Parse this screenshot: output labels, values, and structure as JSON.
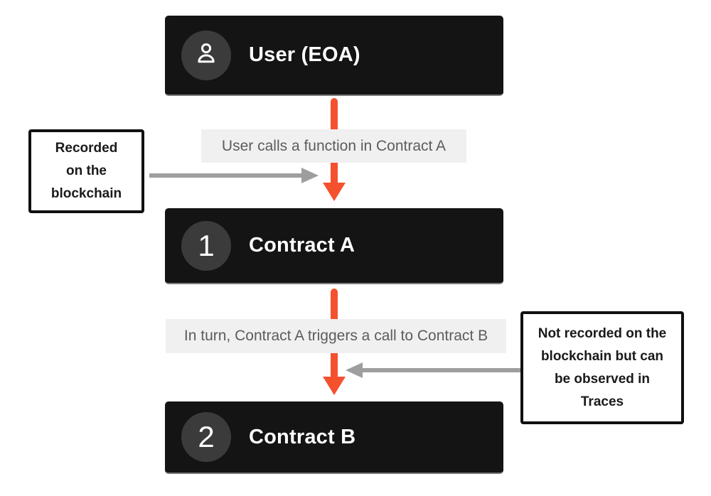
{
  "colors": {
    "accent_orange": "#f4512e",
    "arrow_gray": "#9e9e9e",
    "node_bg": "#141414",
    "node_edge": "#7a7a7a",
    "badge_bg": "#3b3b3c",
    "label_bg": "#f0f0f0",
    "label_fg": "#5c5c5e",
    "note_border": "#101010",
    "note_fg": "#1a1a1a"
  },
  "nodes": {
    "user": {
      "title": "User (EOA)",
      "icon": "person-icon"
    },
    "contract_a": {
      "number": "1",
      "title": "Contract A"
    },
    "contract_b": {
      "number": "2",
      "title": "Contract B"
    }
  },
  "flow": {
    "step1_label": "User calls a function in Contract A",
    "step2_label": "In turn, Contract A triggers a call to Contract B"
  },
  "notes": {
    "left": {
      "text": "Recorded\non the\nblockchain"
    },
    "right": {
      "text": "Not recorded on the\nblockchain but can\nbe observed in\nTraces"
    }
  }
}
